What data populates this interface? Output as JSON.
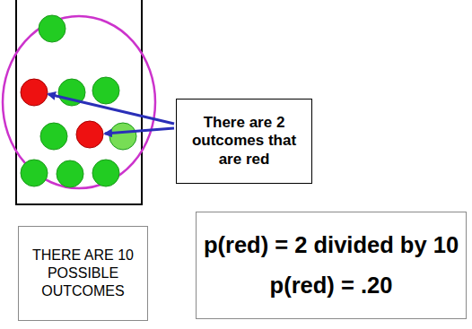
{
  "diagram": {
    "nodes": [
      {
        "text": [
          "There are 2 outcomes that are red"
        ]
      },
      {
        "text": [
          "THERE ARE 10 POSSIBLE OUTCOMES"
        ]
      },
      {
        "text": [
          "p(red) = 2 divided by 10",
          "p(red) = .20"
        ]
      }
    ]
  }
}
